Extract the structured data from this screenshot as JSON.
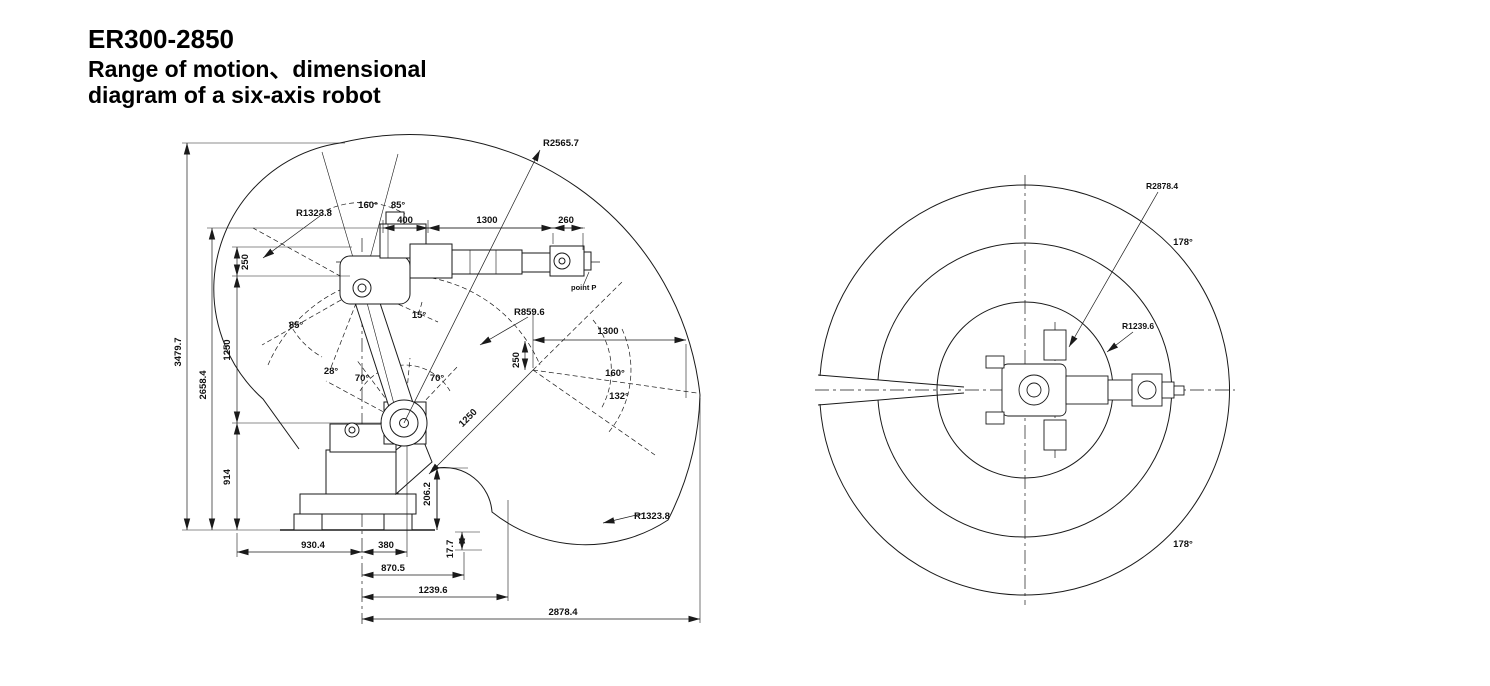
{
  "title": {
    "model": "ER300-2850",
    "line1": "Range of motion、dimensional",
    "line2": "diagram of a six-axis robot"
  },
  "side_view": {
    "radii": {
      "r2565_7": "R2565.7",
      "r1323_8_upper": "R1323.8",
      "r859_6": "R859.6",
      "r1323_8_lower": "R1323.8"
    },
    "angles": {
      "a160_top": "160°",
      "a85_top": "85°",
      "a85_mid": "85°",
      "a15": "15°",
      "a28": "28°",
      "a70_left": "70°",
      "a70_right": "70°",
      "a160_right": "160°",
      "a132": "132°"
    },
    "dims": {
      "d400": "400",
      "d1300_top": "1300",
      "d260": "260",
      "d250_left": "250",
      "d1250_left": "1250",
      "d914": "914",
      "d3479_7": "3479.7",
      "d2658_4": "2658.4",
      "d1300_right": "1300",
      "d250_right": "250",
      "d1250_diag": "1250",
      "d206_2": "206.2",
      "d17_7": "17.7",
      "d930_4": "930.4",
      "d380": "380",
      "d870_5": "870.5",
      "d1239_6": "1239.6",
      "d2878_4": "2878.4"
    },
    "notes": {
      "point_p": "point P"
    }
  },
  "top_view": {
    "radii": {
      "r2878_4": "R2878.4",
      "r1239_6": "R1239.6"
    },
    "angles": {
      "a178_top": "178°",
      "a178_bottom": "178°"
    }
  },
  "colors": {
    "line": "#1a1a1a",
    "background": "#ffffff"
  }
}
